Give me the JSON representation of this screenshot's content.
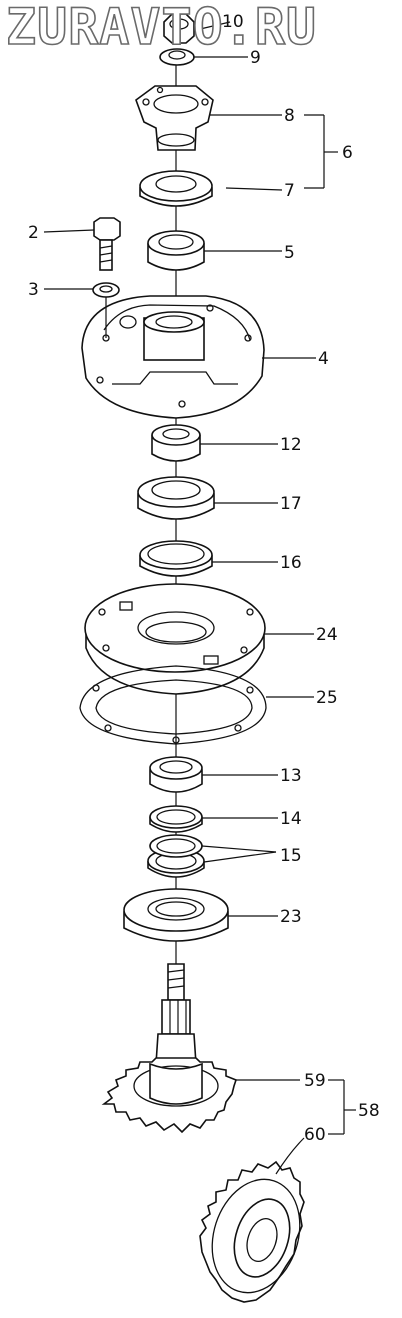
{
  "watermark": "ZURAVTO.RU",
  "callouts": {
    "n2": "2",
    "n3": "3",
    "n4": "4",
    "n5": "5",
    "n6": "6",
    "n7": "7",
    "n8": "8",
    "n9": "9",
    "n10": "10",
    "n12": "12",
    "n13": "13",
    "n14": "14",
    "n15": "15",
    "n16": "16",
    "n17": "17",
    "n23": "23",
    "n24": "24",
    "n25": "25",
    "n58": "58",
    "n59": "59",
    "n60": "60"
  }
}
